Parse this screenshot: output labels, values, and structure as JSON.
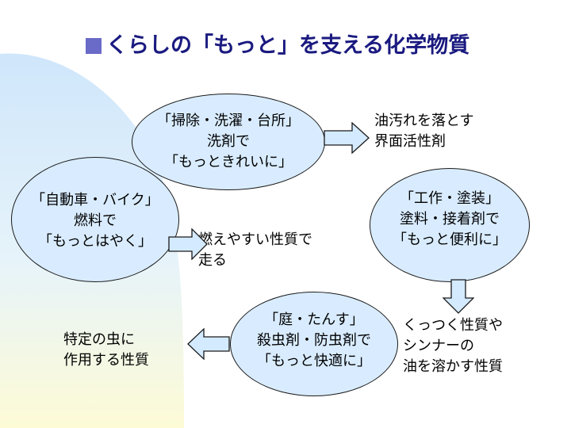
{
  "title": "くらしの「もっと」を支える化学物質",
  "scenes": {
    "cleaning": {
      "lines": [
        "「掃除・洗濯・台所」",
        "洗剤で",
        "「もっときれいに」"
      ]
    },
    "vehicle": {
      "lines": [
        "「自動車・バイク」",
        "燃料で",
        "「もっとはやく」"
      ]
    },
    "craft": {
      "lines": [
        "「工作・塗装」",
        "塗料・接着剤で",
        "「もっと便利に」"
      ]
    },
    "garden": {
      "lines": [
        "「庭・たんす」",
        "殺虫剤・防虫剤で",
        "「もっと快適に」"
      ]
    }
  },
  "properties": {
    "surfactant": {
      "lines": [
        "油汚れを落とす",
        "界面活性剤"
      ]
    },
    "flammable": {
      "lines": [
        "燃えやすい性質で",
        "走る"
      ]
    },
    "adhesive": {
      "lines": [
        "くっつく性質や",
        "シンナーの",
        "油を溶かす性質"
      ]
    },
    "insecticide": {
      "lines": [
        "特定の虫に",
        "作用する性質"
      ]
    }
  },
  "colors": {
    "title": "#1a1a80",
    "ellipse_fill": "#d9ecff",
    "arrow_fill": "#d4eaff",
    "bg_blue": "#cfe6fb",
    "bg_yellow": "#fdfbd6"
  },
  "icons": {
    "title_bullet": "square-bullet"
  }
}
